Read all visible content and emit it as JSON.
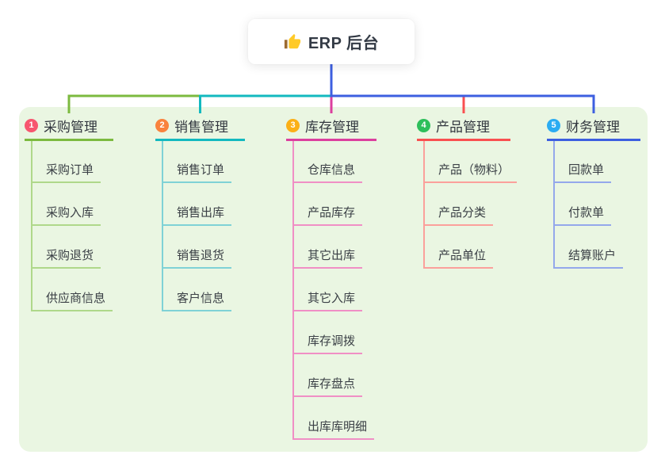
{
  "canvas": {
    "background": "#ffffff",
    "panel_color": "#EAF6E2"
  },
  "root": {
    "icon": "thumbs-up",
    "title": "ERP 后台"
  },
  "branches": [
    {
      "num": "1",
      "label": "采购管理",
      "badge_color": "#F7566F",
      "line_color": "#7CBA3F",
      "light_color": "#AFD88A",
      "children": [
        "采购订单",
        "采购入库",
        "采购退货",
        "供应商信息"
      ]
    },
    {
      "num": "2",
      "label": "销售管理",
      "badge_color": "#F9823D",
      "line_color": "#13B9BF",
      "light_color": "#7FD2D6",
      "children": [
        "销售订单",
        "销售出库",
        "销售退货",
        "客户信息"
      ]
    },
    {
      "num": "3",
      "label": "库存管理",
      "badge_color": "#FBB017",
      "line_color": "#DC3F9E",
      "light_color": "#F08FC5",
      "children": [
        "仓库信息",
        "产品库存",
        "其它出库",
        "其它入库",
        "库存调拨",
        "库存盘点",
        "出库库明细"
      ]
    },
    {
      "num": "4",
      "label": "产品管理",
      "badge_color": "#2EBF5B",
      "line_color": "#F95050",
      "light_color": "#FBA09B",
      "children": [
        "产品（物料）",
        "产品分类",
        "产品单位"
      ]
    },
    {
      "num": "5",
      "label": "财务管理",
      "badge_color": "#2BACF2",
      "line_color": "#3D5FE0",
      "light_color": "#94A8EB",
      "children": [
        "回款单",
        "付款单",
        "结算账户"
      ]
    }
  ]
}
